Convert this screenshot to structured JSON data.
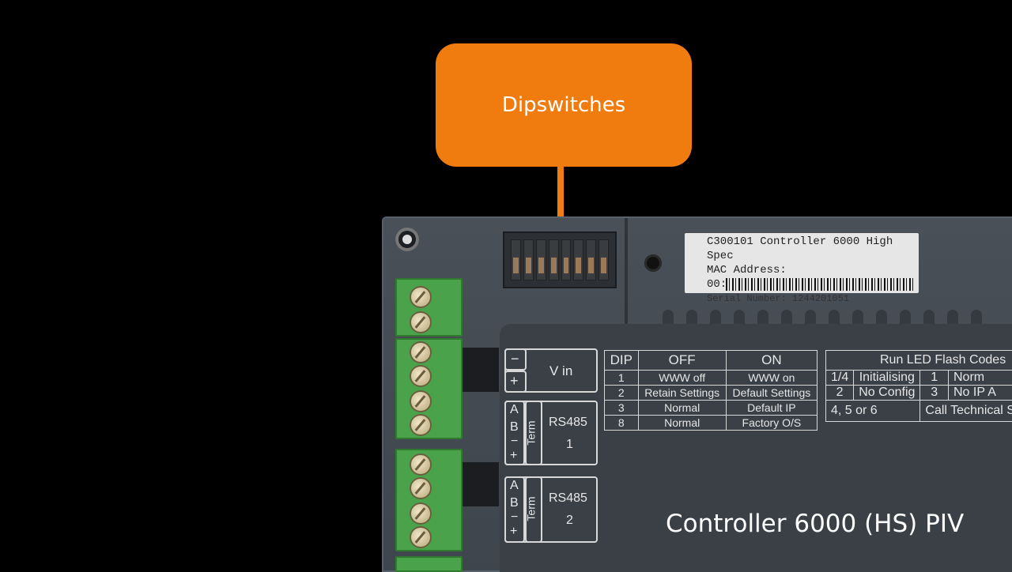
{
  "callout": {
    "text": "Dipswitches",
    "color": "#f07b0f"
  },
  "device_label": {
    "line1": "C300101   Controller 6000 High Spec",
    "line2": "MAC Address:   00:90:1D:00:E4:7D",
    "line3": "Serial Number:  1244201051"
  },
  "vin": {
    "minus": "−",
    "plus": "+",
    "label": "V in"
  },
  "rs485_1": {
    "a": "A",
    "b": "B",
    "minus": "−",
    "plus": "+",
    "term": "Term",
    "label": "RS485",
    "num": "1"
  },
  "rs485_2": {
    "a": "A",
    "b": "B",
    "minus": "−",
    "plus": "+",
    "term": "Term",
    "label": "RS485",
    "num": "2"
  },
  "dip_table": {
    "headers": [
      "DIP",
      "OFF",
      "ON"
    ],
    "rows": [
      [
        "1",
        "WWW off",
        "WWW on"
      ],
      [
        "2",
        "Retain Settings",
        "Default Settings"
      ],
      [
        "3",
        "Normal",
        "Default IP"
      ],
      [
        "8",
        "Normal",
        "Factory O/S"
      ]
    ]
  },
  "led_table": {
    "title": "Run LED Flash Codes",
    "r1": [
      "1/4",
      "Initialising",
      "1",
      "Norm"
    ],
    "r2": [
      "2",
      "No Config",
      "3",
      "No IP A"
    ],
    "r3": [
      "4, 5 or 6",
      "Call Technical Sup"
    ]
  },
  "product_name": "Controller 6000 (HS) PIV"
}
